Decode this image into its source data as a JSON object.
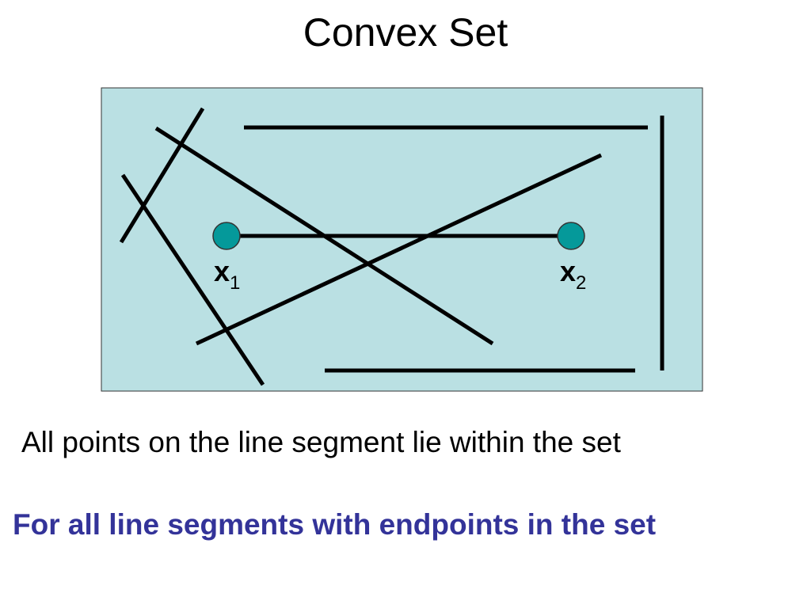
{
  "title": "Convex Set",
  "diagram": {
    "region_fill": "#bae0e3",
    "stroke_color": "#000000",
    "point_fill": "#05999a",
    "point1_label": "x",
    "point1_subscript": "1",
    "point2_label": "x",
    "point2_subscript": "2"
  },
  "caption": "All points on the line segment lie within the set",
  "subcaption": "For all line segments with endpoints in the set",
  "subcaption_color": "#333399"
}
